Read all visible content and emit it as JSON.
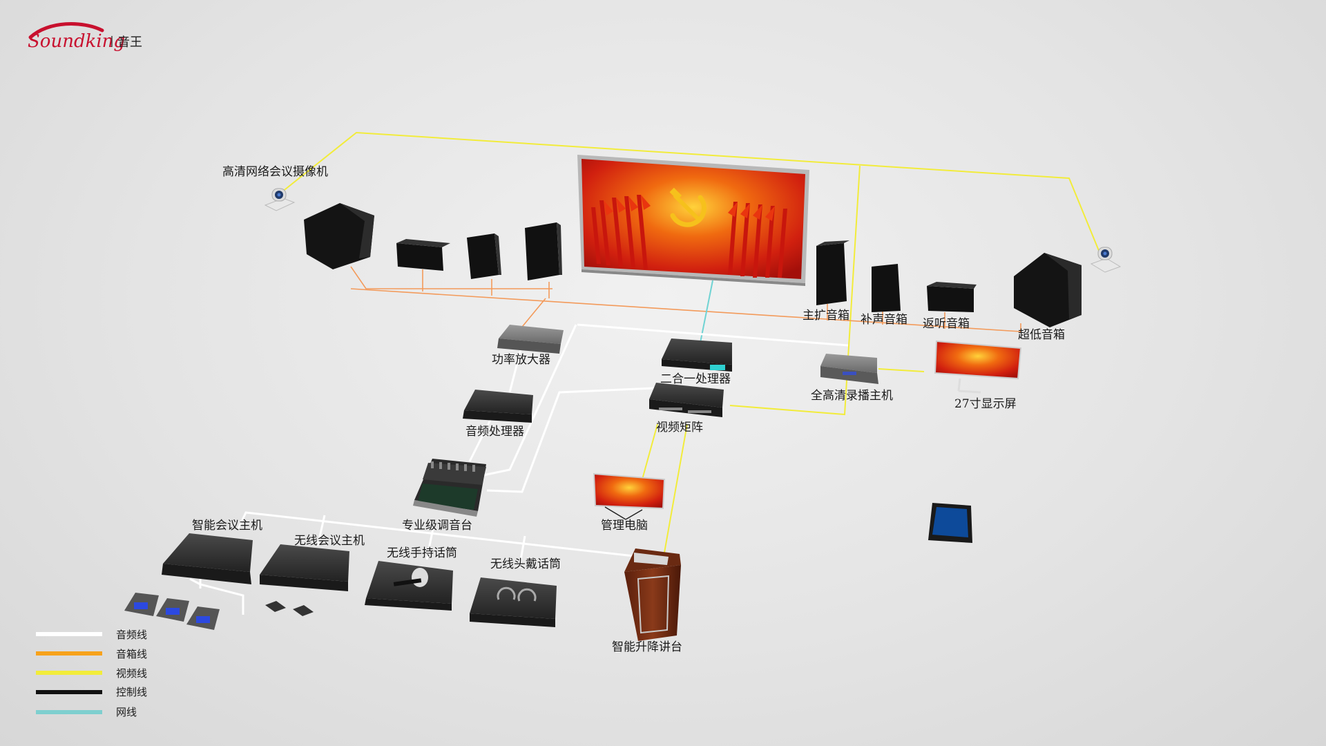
{
  "brand": {
    "logo_text": "Soundking",
    "logo_cn": "音王",
    "accent": "#c8102e"
  },
  "labels": {
    "camera": "高清网络会议摄像机",
    "main_speaker": "主扩音箱",
    "fill_speaker": "补声音箱",
    "monitor_speaker": "返听音箱",
    "subwoofer": "超低音箱",
    "amplifier": "功率放大器",
    "processor_2in1": "二合一处理器",
    "recorder": "全高清录播主机",
    "monitor_27": "27寸显示屏",
    "audio_processor": "音频处理器",
    "video_matrix": "视频矩阵",
    "mixer": "专业级调音台",
    "mgmt_pc": "管理电脑",
    "conf_host": "智能会议主机",
    "wireless_host": "无线会议主机",
    "handheld_mic": "无线手持话筒",
    "headset_mic": "无线头戴话筒",
    "podium": "智能升降讲台"
  },
  "legend": [
    {
      "label": "音频线",
      "color": "#ffffff"
    },
    {
      "label": "音箱线",
      "color": "#f7a21b"
    },
    {
      "label": "视频线",
      "color": "#f2ec3a"
    },
    {
      "label": "控制线",
      "color": "#111111"
    },
    {
      "label": "网线",
      "color": "#7ecfcf"
    }
  ],
  "colors": {
    "audio_line": "#ffffff",
    "speaker_line": "#f39a5a",
    "video_line": "#f2ec3a",
    "network_line": "#6fd3d3",
    "screen_red": "#d62a12",
    "screen_gold": "#f6c11c"
  }
}
